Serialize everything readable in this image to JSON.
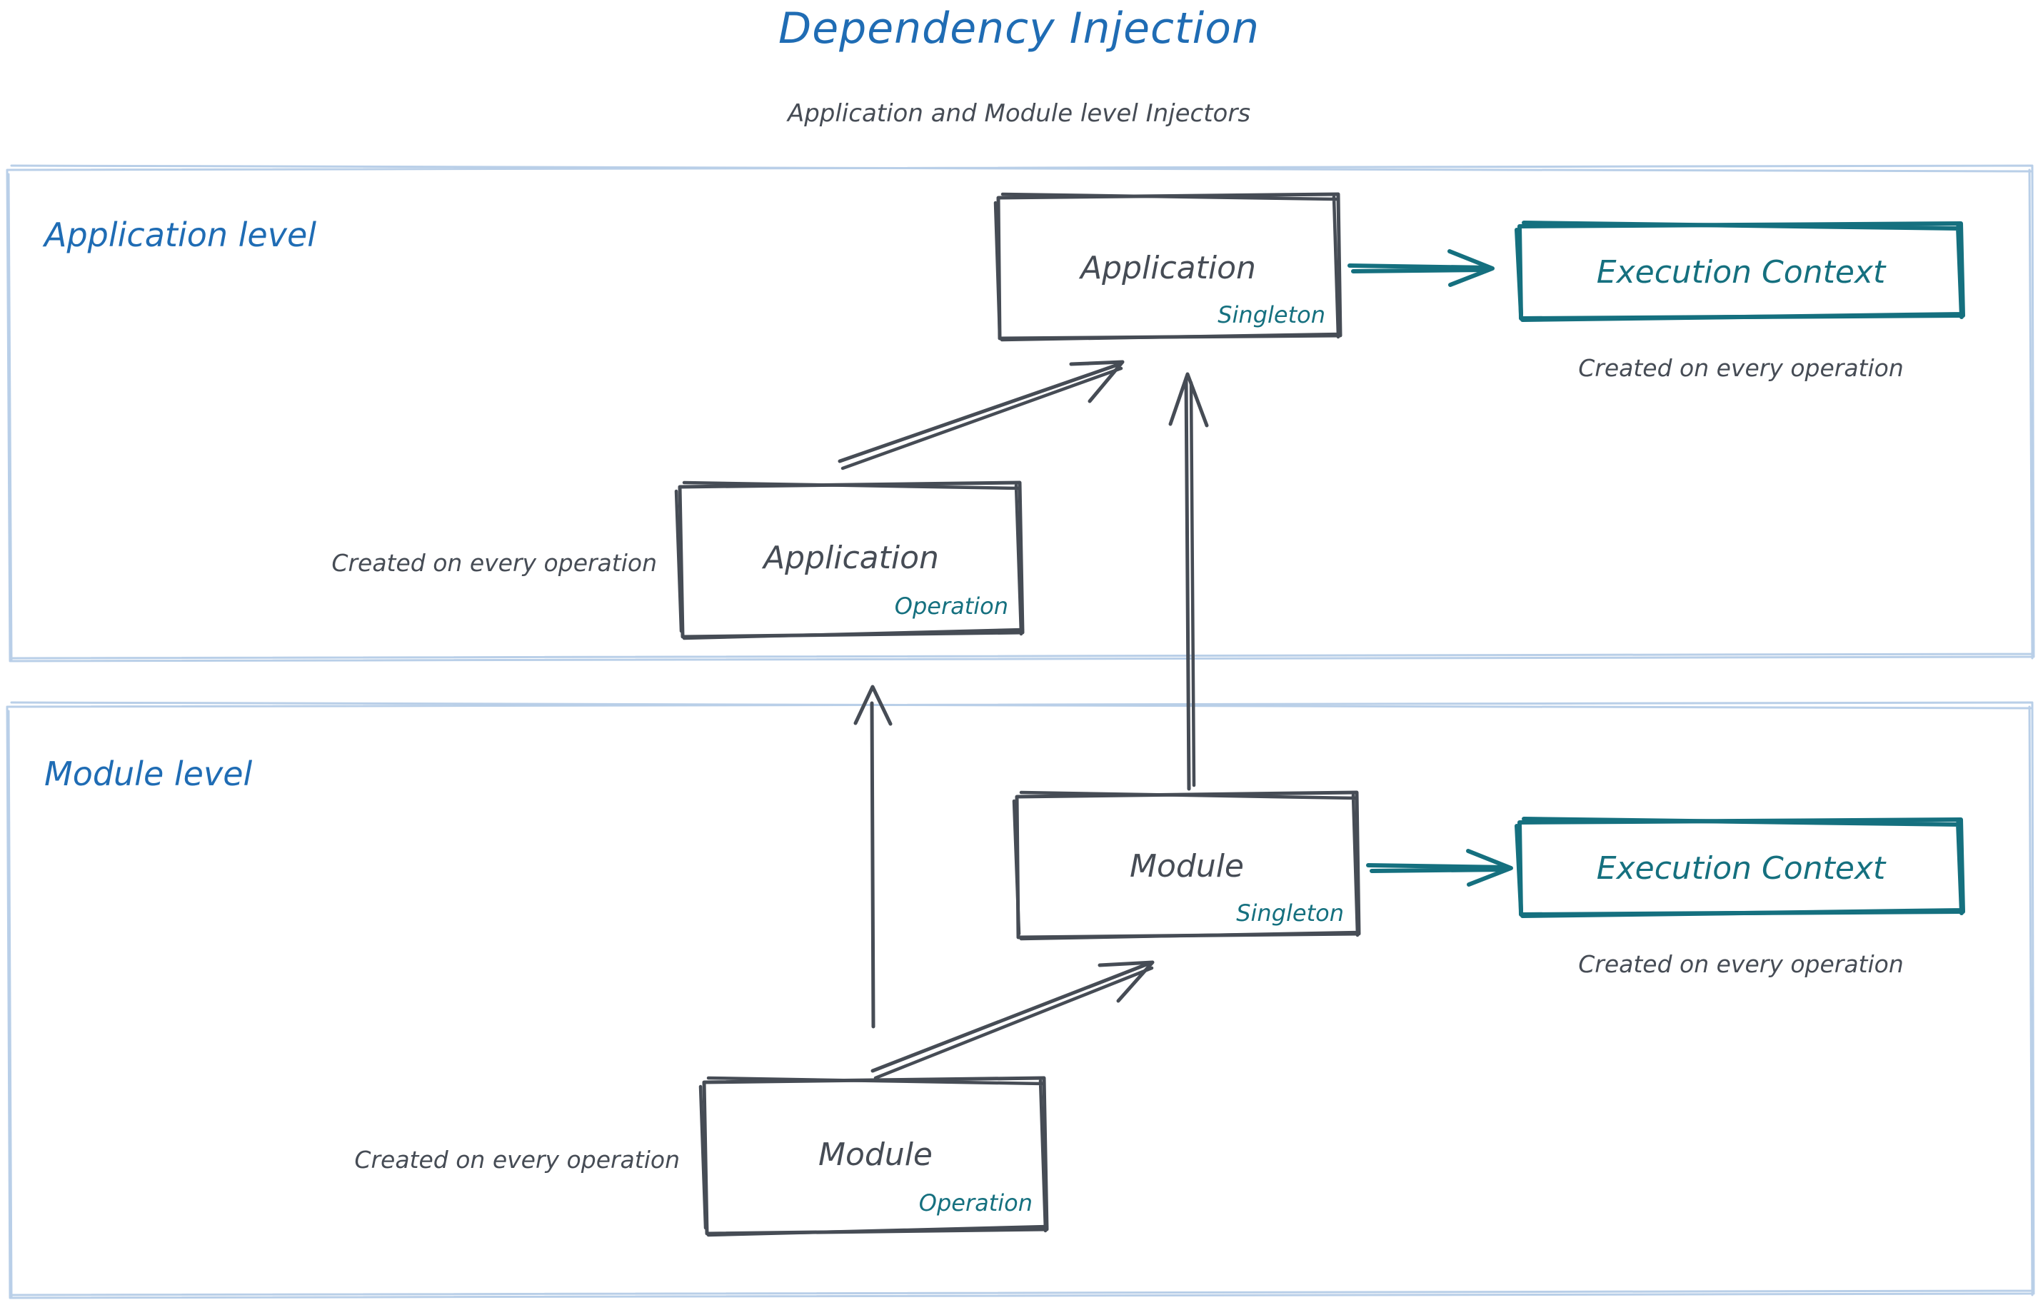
{
  "header": {
    "title": "Dependency Injection",
    "subtitle": "Application and Module level Injectors"
  },
  "colors": {
    "title_blue": "#1f6cb4",
    "ink_gray": "#464c55",
    "teal": "#15707f",
    "lane_border": "#b9cfe8"
  },
  "lanes": [
    {
      "id": "application-level",
      "label": "Application level",
      "nodes": {
        "singleton_box": {
          "title": "Application",
          "scope": "Singleton"
        },
        "operation_box": {
          "title": "Application",
          "scope": "Operation"
        },
        "execution_context": {
          "title": "Execution Context"
        }
      },
      "captions": {
        "execution_context": "Created on every operation",
        "operation_box": "Created on every operation"
      }
    },
    {
      "id": "module-level",
      "label": "Module level",
      "nodes": {
        "singleton_box": {
          "title": "Module",
          "scope": "Singleton"
        },
        "operation_box": {
          "title": "Module",
          "scope": "Operation"
        },
        "execution_context": {
          "title": "Execution Context"
        }
      },
      "captions": {
        "execution_context": "Created on every operation",
        "operation_box": "Created on every operation"
      }
    }
  ]
}
